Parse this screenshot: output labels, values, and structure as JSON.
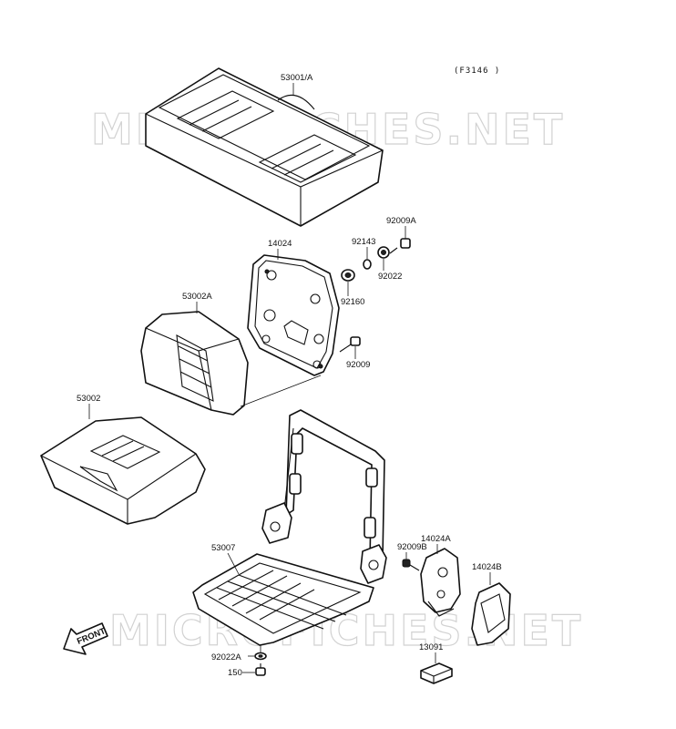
{
  "figure_code": "(F3146 )",
  "watermark_top": "MICROFICHES.NET",
  "watermark_bottom": "MICROFICHES.NET",
  "front_label": "FRONT",
  "parts": {
    "cushion_top": "53001/A",
    "cover_back": "53002A",
    "cover_seat": "53002",
    "plate": "14024",
    "grommet_a": "92143",
    "bolt_a": "92009A",
    "grommet_b": "92022",
    "nut_a": "92160",
    "bolt_b": "92009",
    "frame": "53007",
    "bracket_a": "14024A",
    "bolt_c": "92009B",
    "bracket_b": "14024B",
    "washer": "92022A",
    "bolt_d": "150",
    "rubber": "13091"
  }
}
